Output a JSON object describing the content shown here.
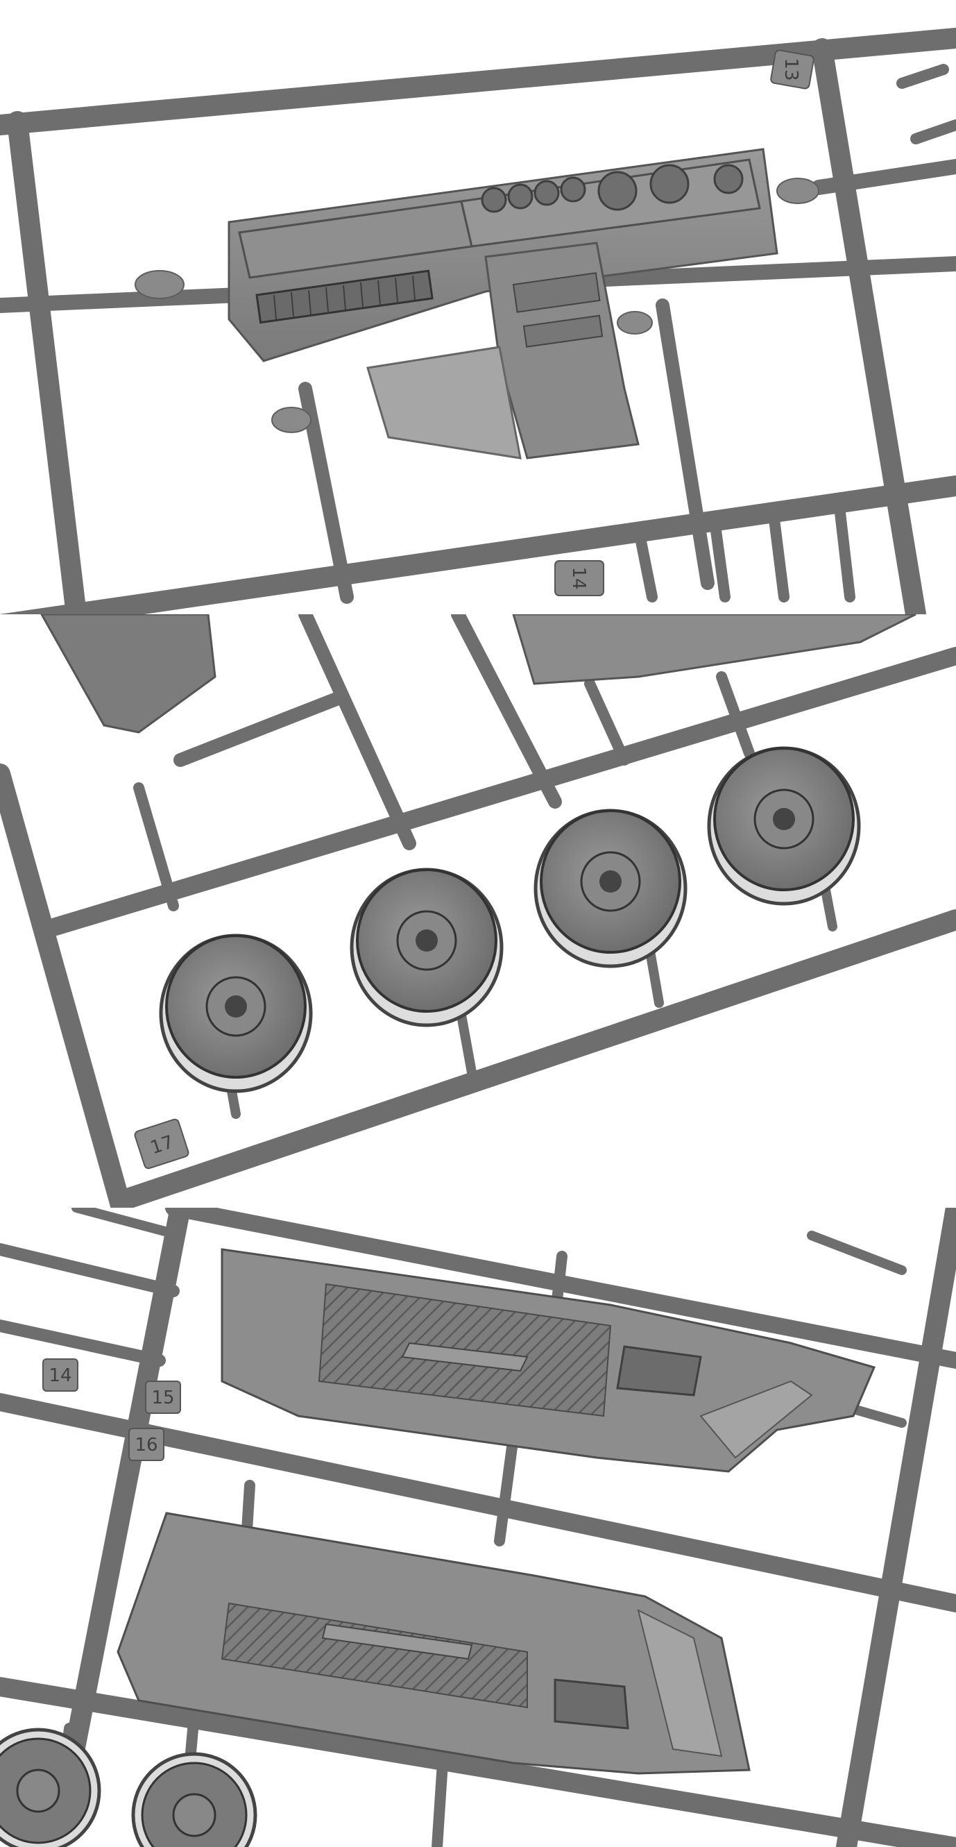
{
  "photos": [
    {
      "name": "dashboard-sprue-photo",
      "part_numbers": [
        "13",
        "14"
      ]
    },
    {
      "name": "wheels-sprue-photo",
      "part_numbers": [
        "17"
      ]
    },
    {
      "name": "door-panels-sprue-photo",
      "part_numbers": [
        "14",
        "15",
        "16"
      ]
    }
  ],
  "colors": {
    "plastic": "#8c8c8c",
    "plastic_light": "#a9a9a9",
    "plastic_dark": "#5e5e5e",
    "background": "#ffffff"
  }
}
